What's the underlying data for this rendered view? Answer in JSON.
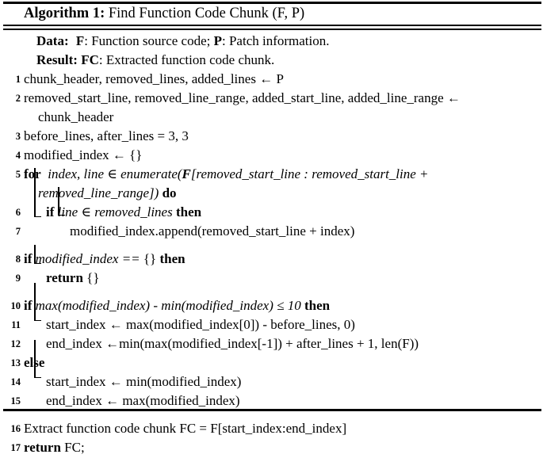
{
  "caption": {
    "label": "Algorithm 1:",
    "title": "Find Function Code Chunk (F, P)"
  },
  "io": [
    {
      "name": "data",
      "key": "Data:",
      "value_pre": "F",
      "value": ": Function source code; ",
      "value_bold2": "P",
      "value_rest": ": Patch information.",
      "full": "Data:  F: Function source code; P: Patch information."
    },
    {
      "name": "result",
      "key": "Result:",
      "value_pre": "FC",
      "value": ": Extracted function code chunk.",
      "full": "Result: FC: Extracted function code chunk."
    }
  ],
  "lines": [
    {
      "num": "1",
      "depth": 0,
      "text": "chunk_header, removed_lines, added_lines ← P"
    },
    {
      "num": "2",
      "depth": 0,
      "text": "removed_start_line, removed_line_range, added_start_line, added_line_range ←",
      "cont": "chunk_header"
    },
    {
      "num": "3",
      "depth": 0,
      "text": "before_lines, after_lines = 3, 3"
    },
    {
      "num": "4",
      "depth": 0,
      "text": "modified_index ← {}"
    },
    {
      "num": "5",
      "depth": 0,
      "text": "for index, line ∈ enumerate(F[removed_start_line : removed_start_line +",
      "cont": "removed_line_range]) do",
      "kw_head": "for",
      "kw_tail": "do"
    },
    {
      "num": "6",
      "depth": 1,
      "text": "if line ∈ removed_lines then",
      "kw_head": "if",
      "kw_tail": "then"
    },
    {
      "num": "7",
      "depth": 2,
      "text": "modified_index.append(removed_start_line + index)"
    },
    {
      "num": "8",
      "depth": 0,
      "text": "if modified_index == {} then",
      "kw_head": "if",
      "kw_tail": "then"
    },
    {
      "num": "9",
      "depth": 1,
      "text": "return {}",
      "kw_head": "return"
    },
    {
      "num": "10",
      "depth": 0,
      "text": "if max(modified_index) - min(modified_index) ≤ 10 then",
      "kw_head": "if",
      "kw_tail": "then"
    },
    {
      "num": "11",
      "depth": 1,
      "text": "start_index ← max(modified_index[0]) - before_lines, 0)"
    },
    {
      "num": "12",
      "depth": 1,
      "text": "end_index ←min(max(modified_index[-1]) + after_lines + 1, len(F))"
    },
    {
      "num": "13",
      "depth": 0,
      "text": "else",
      "kw_head": "else"
    },
    {
      "num": "14",
      "depth": 1,
      "text": "start_index ← min(modified_index)"
    },
    {
      "num": "15",
      "depth": 1,
      "text": "end_index ← max(modified_index)"
    },
    {
      "num": "16",
      "depth": 0,
      "text": "Extract function code chunk FC = F[start_index:end_index]"
    },
    {
      "num": "17",
      "depth": 0,
      "text": "return FC;",
      "kw_head": "return"
    }
  ],
  "colors": {
    "ink": "#000000",
    "page": "#ffffff"
  }
}
